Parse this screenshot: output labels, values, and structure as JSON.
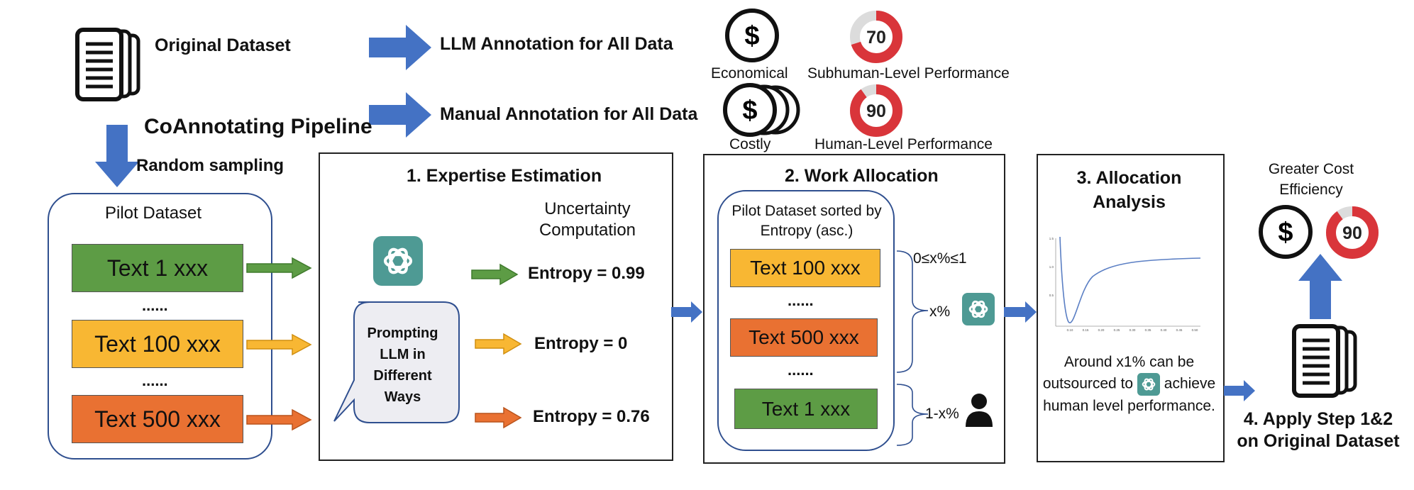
{
  "top": {
    "original_dataset": "Original Dataset",
    "llm_annotation": "LLM Annotation for All Data",
    "manual_annotation": "Manual Annotation for All Data",
    "pipeline_title": "CoAnnotating Pipeline",
    "random_sampling": "Random sampling",
    "economical": "Economical",
    "costly": "Costly",
    "subhuman_score": "70",
    "subhuman_label": "Subhuman-Level Performance",
    "subhuman_fill": 0.7,
    "human_score": "90",
    "human_label": "Human-Level Performance",
    "human_fill": 0.9
  },
  "pilot": {
    "title": "Pilot Dataset",
    "items": [
      "Text 1 xxx",
      "Text 100 xxx",
      "Text 500 xxx"
    ],
    "ellipsis": "......"
  },
  "step1": {
    "title": "1. Expertise Estimation",
    "uncertainty": "Uncertainty Computation",
    "prompting": "Prompting LLM in Different Ways",
    "entropies": [
      "Entropy = 0.99",
      "Entropy = 0",
      "Entropy = 0.76"
    ]
  },
  "step2": {
    "title": "2. Work Allocation",
    "sorted_title": "Pilot Dataset sorted by Entropy (asc.)",
    "items": [
      "Text 100 xxx",
      "Text 500 xxx",
      "Text 1 xxx"
    ],
    "ellipsis": "......",
    "range": "0≤x%≤1",
    "x_pct": "x%",
    "one_minus": "1-x%"
  },
  "step3": {
    "title": "3. Allocation Analysis",
    "text_before": "Around x1% can be outsourced to",
    "text_after": "achieve human level performance.",
    "ticks_x": [
      "0.10",
      "0.15",
      "0.20",
      "0.25",
      "0.30",
      "0.35",
      "0.40",
      "0.45",
      "0.50"
    ],
    "ticks_y": [
      "1.5",
      "1.0",
      "0.5"
    ]
  },
  "step4": {
    "title": "4. Apply Step 1&2 on Original Dataset",
    "greater": "Greater Cost Efficiency",
    "score": "90",
    "fill": 0.9
  },
  "colors": {
    "arrow_blue": "#4472c4",
    "green": "#5d9c45",
    "yellow": "#f8b733",
    "orange": "#e97132",
    "gauge_red": "#d9353a",
    "gauge_gray": "#dcdcdc",
    "openai_teal": "#4e9a94"
  }
}
